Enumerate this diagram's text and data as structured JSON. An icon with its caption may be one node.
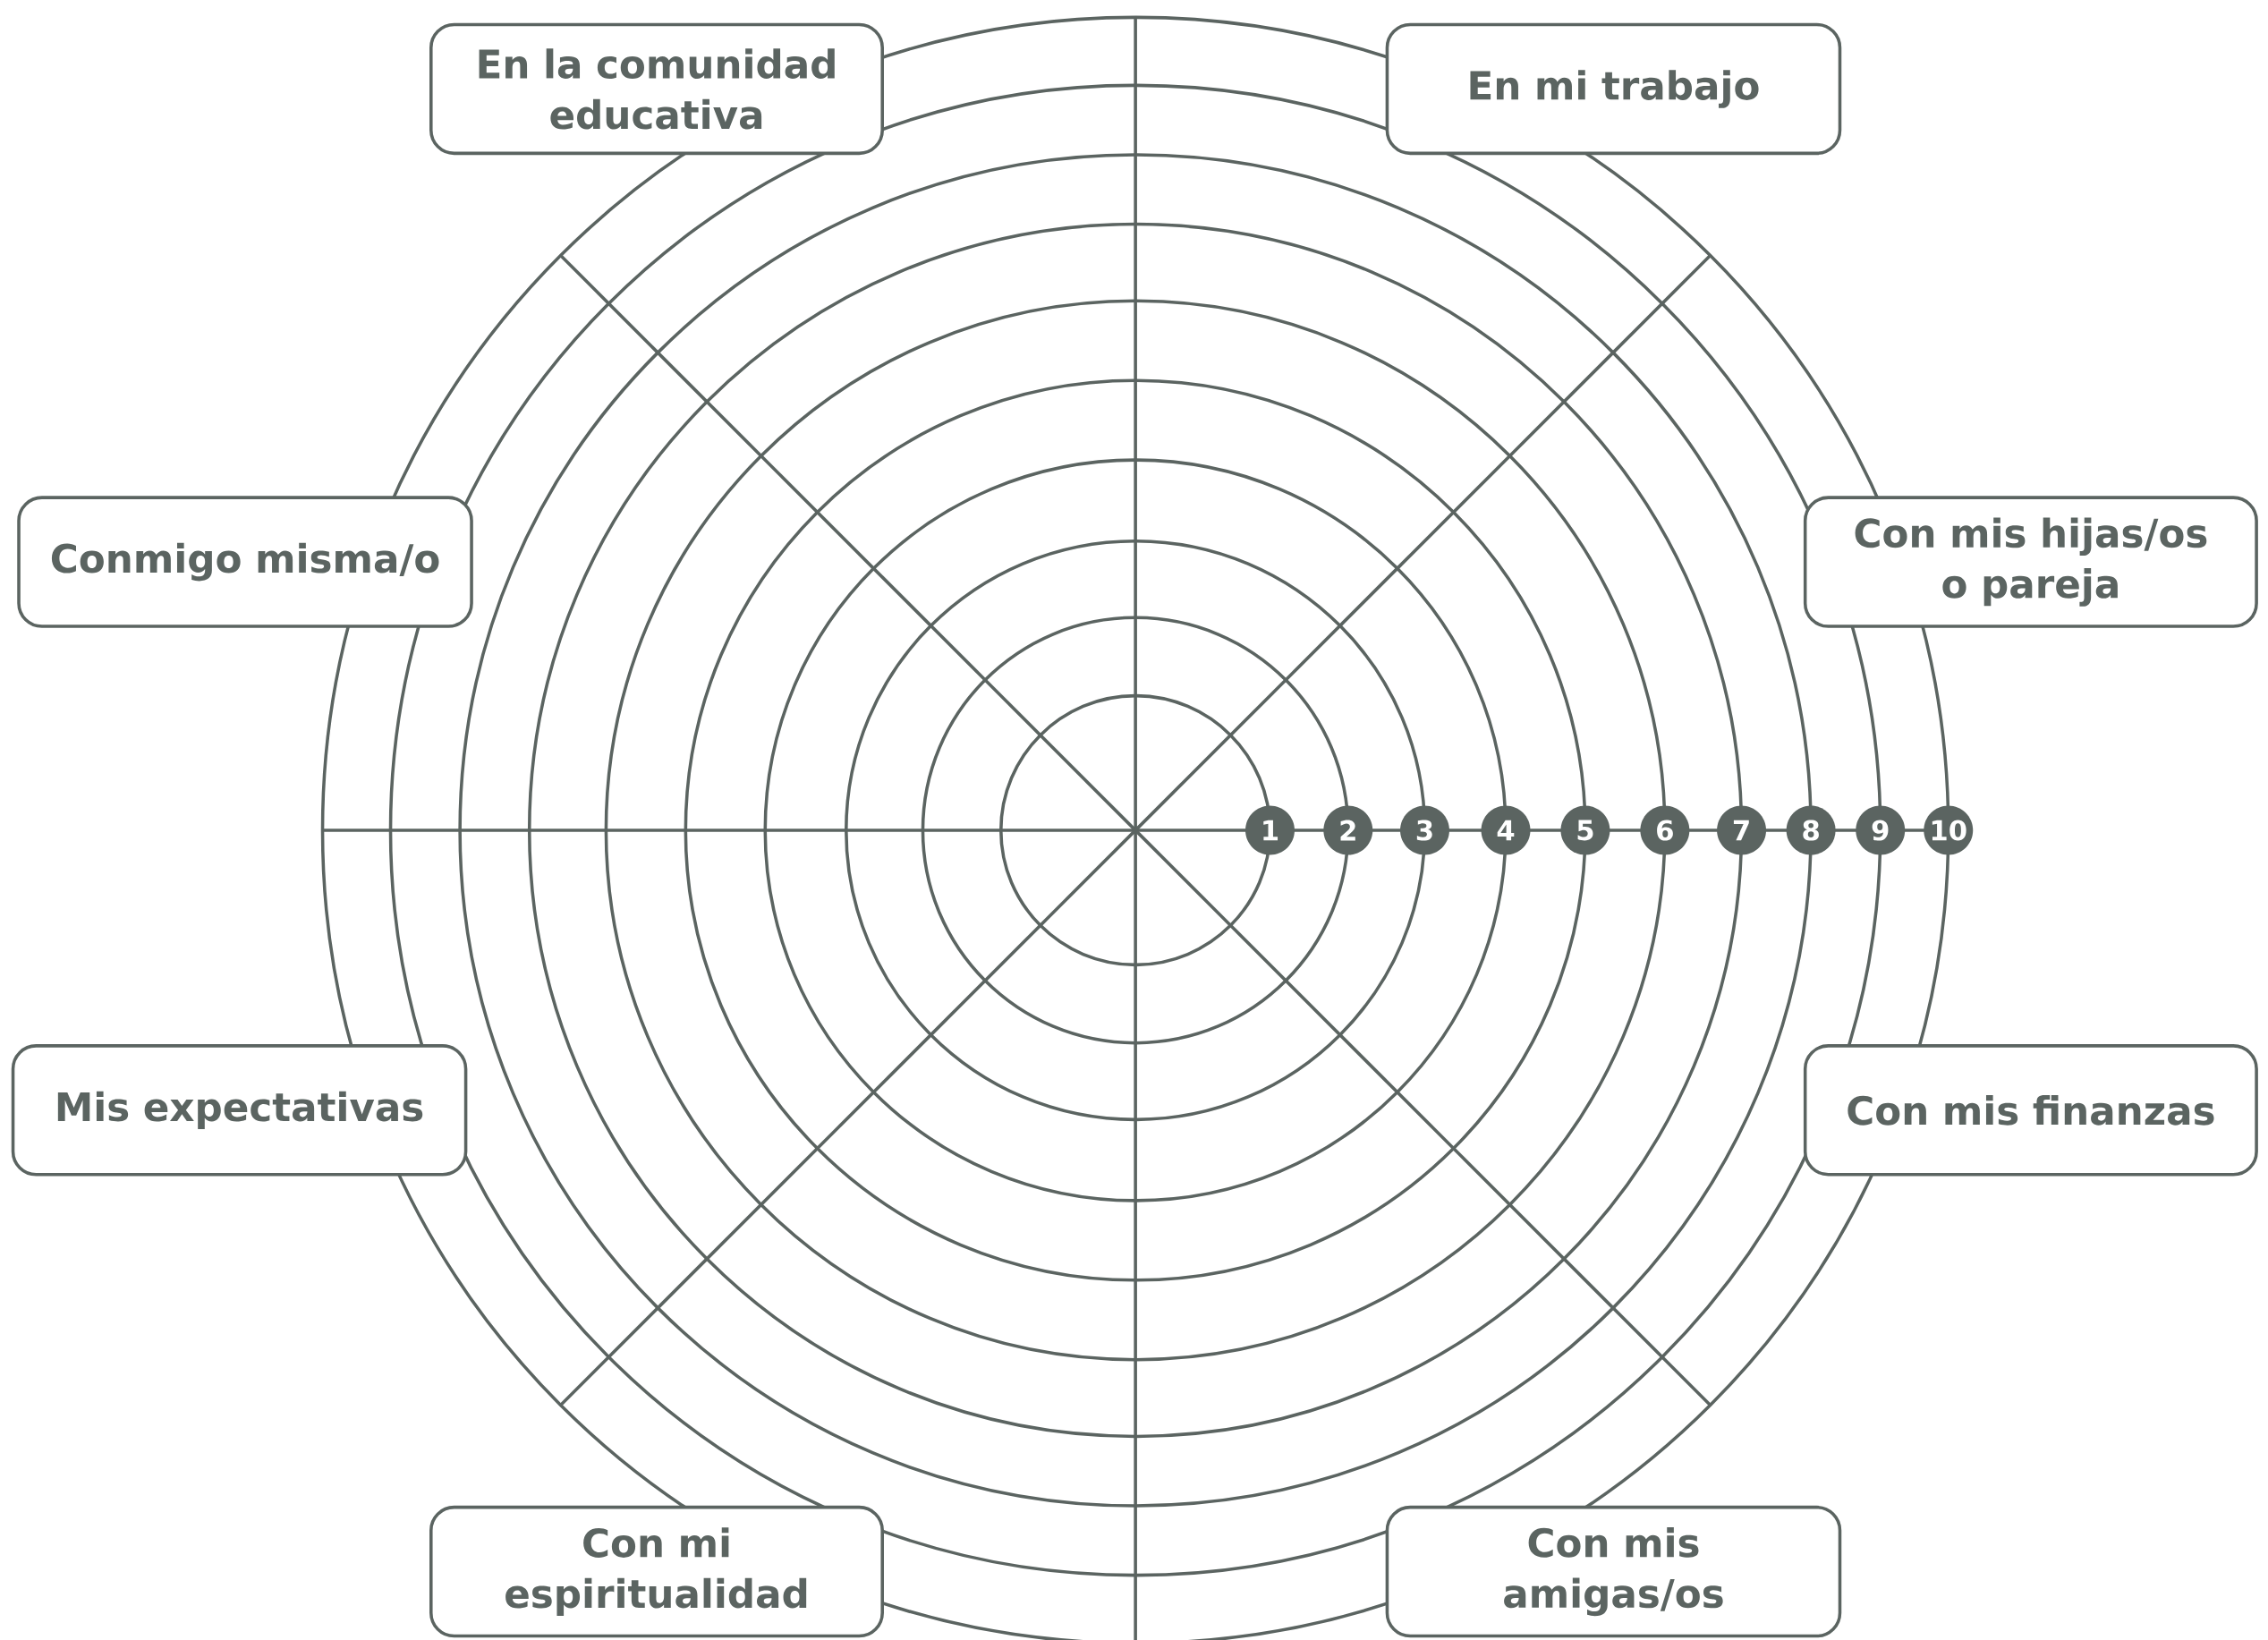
{
  "diagram": {
    "nodes": [
      {
        "text": [
          "En la comunidad educativa"
        ]
      },
      {
        "text": [
          "En mi trabajo"
        ]
      },
      {
        "text": [
          "Conmigo misma/o"
        ]
      },
      {
        "text": [
          "Con mis hijas/os o pareja"
        ]
      },
      {
        "text": [
          "Mis expectativas"
        ]
      },
      {
        "text": [
          "Con mis finanzas"
        ]
      },
      {
        "text": [
          "Con mi espiritualidad"
        ]
      },
      {
        "text": [
          "Con mis amigas/os"
        ]
      }
    ],
    "labels": [
      "1",
      "2",
      "3",
      "4",
      "5",
      "6",
      "7",
      "8",
      "9",
      "10"
    ]
  }
}
